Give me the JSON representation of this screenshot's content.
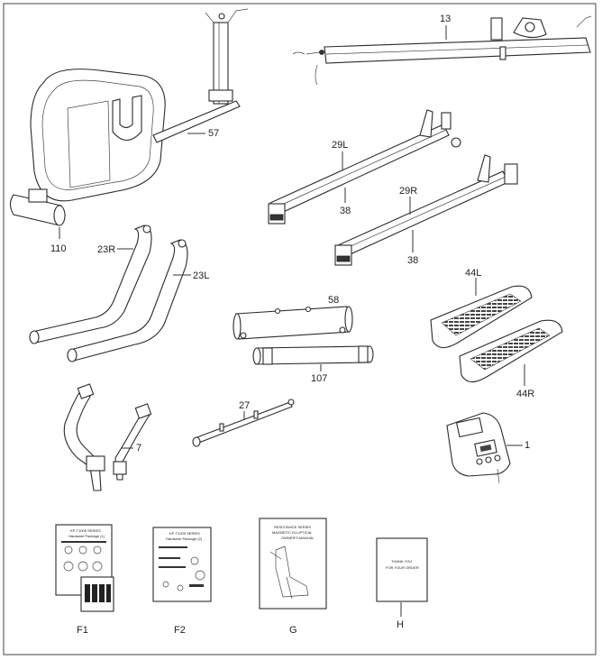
{
  "labels": {
    "p13": "13",
    "p57": "57",
    "p110": "110",
    "p29L": "29L",
    "p38a": "38",
    "p29R": "29R",
    "p38b": "38",
    "p23R": "23R",
    "p23L": "23L",
    "p58": "58",
    "p107": "107",
    "p44L": "44L",
    "p44R": "44R",
    "p27": "27",
    "p7": "7",
    "p1": "1",
    "F1": "F1",
    "F2": "F2",
    "G": "G",
    "H": "H"
  },
  "docs": {
    "F1_title": "KP-T1005 SERIES",
    "F1_sub": "Hardware Package (1)",
    "F2_title": "KP-T1005 SERIES",
    "F2_sub": "Hardware Package (2)",
    "G_line1": "RESISTANCE SERIES",
    "G_line2": "MAGNETIC ELLIPTICAL",
    "G_line3": "OWNER'S MANUAL",
    "H_line1": "THANK YOU",
    "H_line2": "FOR YOUR ORDER"
  }
}
